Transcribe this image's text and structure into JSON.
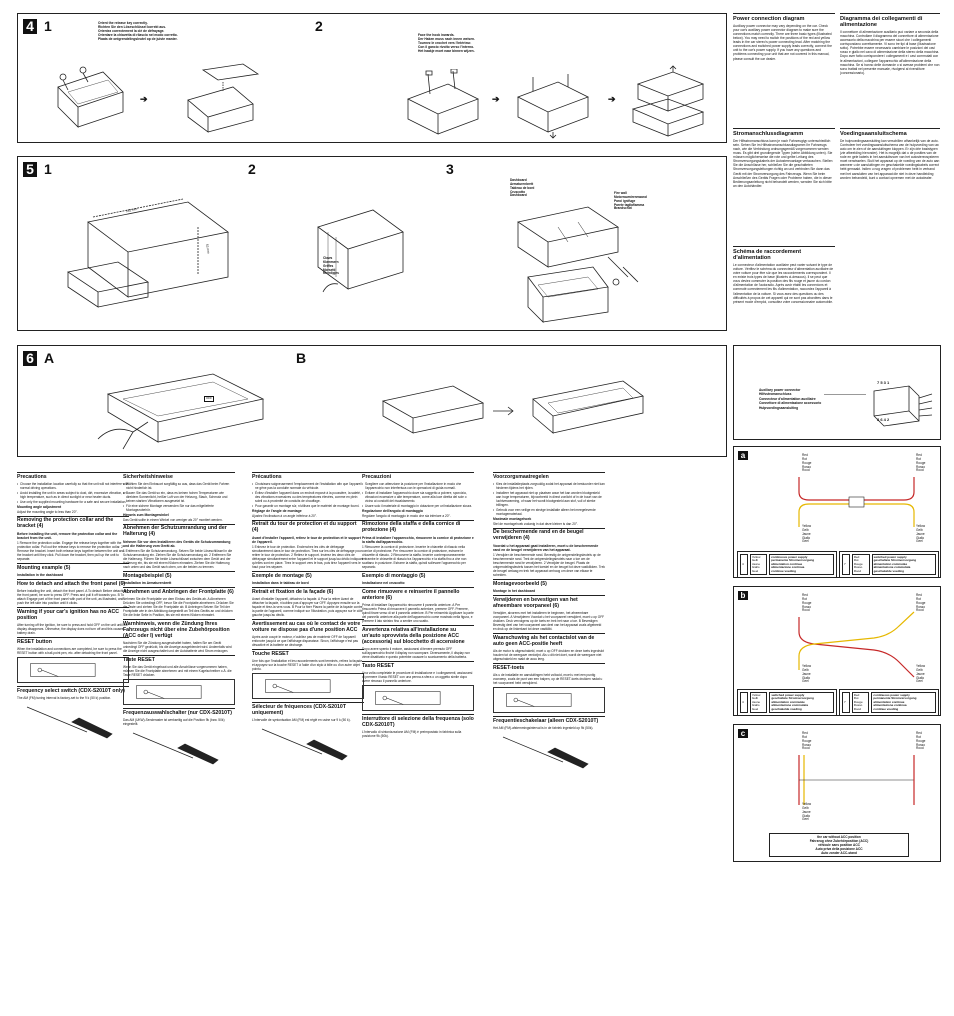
{
  "step4": {
    "number": "4",
    "sub1": "1",
    "sub2": "2",
    "note1": "Orient the release key correctly.\nRichten Sie den Löseschlüssel korrekt aus.\nOrientez correctement la clé de défrayage.\nOrientare la chiavetta di rilascio nel modo corretto.\nPlaats de ontgrendelingsleutel op de juiste manier.",
    "note2": "Face the hook inwards.\nDer Haken muss nach innen weisen.\nTournez le crochet vers l'intérieur.\nCon il gancio rivolto verso l'interno.\nHet haakje moet naar binnen wijzen."
  },
  "step5": {
    "number": "5",
    "sub1": "1",
    "sub2": "2",
    "sub3": "3",
    "dim1": "182 mm",
    "dim2": "53 mm",
    "claws": "Claws\nKlammern\nGriffes\nMorsetti\nKlemlipjes",
    "dashboard": "Dashboard\nArmaturenbrett\nTableau de bord\nCruscotto\nDashboard",
    "firewall": "Fire wall\nMotorraumtrennwand\nParoi ignifuge\nParete tagliafiamma\nBrandschot"
  },
  "step6": {
    "number": "6",
    "subA": "A",
    "subB": "B",
    "off": "OFF"
  },
  "power": [
    {
      "title": "Power connection diagram",
      "body": "Auxiliary power connector may vary depending on the car. Check your car's auxiliary power connector diagram to make sure the connections match correctly. There are three basic types (illustrated below). You may need to switch the positions of the red and yellow leads in the car stereo's power connecting lead. After matching the connections and switched power supply leads correctly, connect the unit to the car's power supply. If you have any questions and problems connecting your unit that are not covered in this manual, please consult the car dealer."
    },
    {
      "title": "Diagramma dei collegamenti di alimentazione",
      "body": "Il connettore di alimentazione ausiliario può variare a seconda della macchina. Controllare il diagramma del connettore di alimentazione accessorio della macchina per essere sicuri che i collegamenti corrispondano correttamente. Vi sono tre tipi di base (illustrazione sotto). Potrebbe essere necessario cambiare le posizioni dei cavi rosso e giallo nel cavo di alimentazione della stereo della macchina. Dopo aver fatto corrispondere i collegamenti e i cavi commutati con le alimentazioni, collegare l'apparecchio all'alimentazione della macchina. Se si hanno delle domande o si avesse problemi che non sono trattati nel presente manuale, rivolgersi al rivenditore (concessionario)."
    },
    {
      "title": "Stromanschlussdiagramm",
      "body": "Der Hilfsstromanschluss kann je nach Fahrzeugtyp unterschiedlich sein. Sehen Sie im Hilfsstromanschlussdiagramm Ihr Fahrzeugs nach, wie die Verbindung ordnungsgemäß vorgenommen werden muss. Es gibt drei grundlegende Typen (siehe Abbildung unten). Sie müssen möglicherweise die rote und gelbe Leitung des Stromversorgungskabels der Autostereoanlage vertauschen. Stellen Sie die Anschlüsse her, schließen Sie die geschalteten Stromversorgungsleitungen richtig an und verbinden Sie dann das Gerät mit der Stromversorgung des Fahrzeugs. Wenn Sie beim Anschließen des Geräts Fragen oder Probleme haben, die in dieser Bedienungsanleitung nicht behandelt werden, wenden Sie sich bitte an den Autohändler."
    },
    {
      "title": "Voedingsaansluitschema",
      "body": "De hulpvoedingsaansluiting kan verschillen afhankelijk van de auto. Controleer het voedingsaansluitschema van de hulpvoeding van uw auto om te zien of de aansluitingen kloppen. Er zijn drie basistypen (zie afbeelding hieronder). Het is mogelijk dat u de posities van de rode en gele kabels in het aansluitsnoer van het autostereosysteem moet verwisselen. Sluit het apparaat op de voeding van de auto aan wanneer u de aansluitingen en geschakelde voedingskabels correct hebt gemaakt. Indien u nog vragen of problemen hebt in verband met het aansluiten van het apparaat die niet in deze handleiding worden behandeld, kunt u contact opnemen met de autodealer."
    },
    {
      "title": "Schéma de raccordement d'alimentation",
      "body": "Le connecteur d'alimentation auxiliaire peut varier suivant le type de voiture. Vérifiez le schéma du connecteur d'alimentation auxiliaire de votre voiture pour être sûr que les raccordements correspondent. Il en existe trois types de base (illustrés ci-dessous). Il se peut que vous deviez commuter la position des fils rouge et jaune du cordon d'alimentation de l'autoradio. Après avoir établi les connexions et commuté correctement les fils d'alimentation, raccordez l'appareil à l'alimentation de la voiture. Si vous avez des questions ou des difficultés à propos de cet appareil qui ne sont pas abordées dans le présent mode d'emploi, consultez votre concessionnaire automobile."
    }
  ],
  "legend": [
    "Auxiliary power connector",
    "Hilfsstromanschluss",
    "Connecteur d'alimentation auxiliaire",
    "Connettore di alimentazione accessorio",
    "Hulpvoedingsaansluiting"
  ],
  "pins_top": "7  5  3  1",
  "pins_bottom": "8  6  4  2",
  "colors": {
    "red": "Red\nRot\nRouge\nRosso\nRood",
    "yellow": "Yellow\nGelb\nJaune\nGiallo\nGeel",
    "red_accent": "#c62828",
    "yellow_accent": "#e6b800"
  },
  "types": {
    "a": "a",
    "b": "b",
    "c": "c",
    "continuous": "continuous power supply\npermanente Stromversorgung\nalimentation continue\nalimentazione continua\ncontinue voeding",
    "switched": "switched power supply\ngeschaltete Stromversorgung\nalimentation commutée\nalimentazione commutata\ngeschakelde voeding",
    "pin4": "4",
    "pin7": "7",
    "footnote": "the car without ACC position\nFahrzeug ohne Zubehörposition (ACC)\nvéhicule sans position ACC\nAuto priva della posizione ACC\nAuto zonder ACC-stand"
  },
  "columns": [
    {
      "h1": "Precautions",
      "l1": [
        "Choose the installation location carefully so that the unit will not interfere with normal driving operations.",
        "Avoid installing the unit in areas subject to dust, dirt, excessive vibration, or high temperature, such as in direct sunlight or near heater ducts.",
        "Use only the supplied mounting hardware for a safe and secure installation."
      ],
      "h2": "Mounting angle adjustment",
      "p2": "Adjust the mounting angle to less than 20°.",
      "h3": "Removing the protection collar and the bracket (4)",
      "p3": "Before installing the unit, remove the protection collar and the bracket from the unit.",
      "p3b": "1 Remove the protection collar. Engage the release keys together with the protection collar. Pull out the release keys to remove the protection collar.  2 Remove the bracket. Insert both release keys together between the unit and the bracket until they click. Pull down the bracket, then pull up the unit to separate.",
      "h4": "Mounting example (5)",
      "p4": "Installation in the dashboard",
      "h5": "How to detach and attach the front panel (6)",
      "p5": "Before installing the unit, detach the front panel.  A To detach  Before detaching the front panel, be sure to press OFF. Press and pull it off towards you.  B To attach  Engage part of the front panel with part of the unit, as illustrated, and push the left side into position until it clicks.",
      "h6": "Warning if your car's ignition has no ACC position",
      "p6": "After turning off the ignition, be sure to press and hold OFF on the unit until the display disappears. Otherwise, the display does not turn off and this causes battery drain.",
      "h7": "RESET button",
      "p7": "When the installation and connections are completed, be sure to press the RESET button with a ball-point pen, etc. after detaching the front panel.",
      "h8": "Frequency select switch (CDX-S2010T only)",
      "p8": "The AM (FM) tuning interval is factory-set to the 9 k (50 k) position."
    },
    {
      "h1": "Sicherheitshinweise",
      "l1": [
        "Wählen Sie den Einbauort sorgfältig so aus, dass das Gerät beim Fahren nicht hinderlich ist.",
        "Bauen Sie das Gerät so ein, dass es keinen hohen Temperaturen wie direktem Sonnenlicht, heißer Luft von der Heizung, Staub, Schmutz und keinen starken Vibrationen ausgesetzt ist.",
        "Für eine sichere Montage verwenden Sie nur das mitgelieferte Montagezubehör."
      ],
      "h2": "Hinweis zum Montagewinkel",
      "p2": "Das Gerät sollte in einem Winkel von weniger als 20° montiert werden.",
      "h3": "Abnehmen der Schutzumrandung und der Halterung (4)",
      "p3": "Nehmen Sie vor dem Installieren des Geräts die Schutzumrandung und die Halterung vom Gerät ab.",
      "p3b": "1 Entfernen Sie die Schutzumrandung. Setzen Sie beide Löseschlüssel in die Schutzumrandung ein. Ziehen Sie die Schutzumrandung ab.  2 Entfernen Sie die Halterung. Führen Sie beide Löseschlüssel zwischen dem Gerät und der Halterung ein, bis sie mit einem Klicken einrasten. Ziehen Sie die Halterung nach unten und das Gerät nach oben, um die beiden zu trennen.",
      "h4": "Montagebeispiel (5)",
      "p4": "Installation im Armaturenbrett",
      "h5": "Abnehmen und Anbringen der Frontplatte (6)",
      "p5": "Nehmen Sie die Frontplatte vor dem Einbau des Geräts ab.  A Abnehmen  Drücken Sie unbedingt OFF, bevor Sie die Frontplatte abnehmen. Drücken Sie die Taste und ziehen Sie die Frontplatte ab.  B Anbringen  Setzen Sie Teil der Frontplatte wie in der Abbildung dargestellt an Teil des Geräts an und drücken Sie die linke Seite in Position, bis sie mit einem Klicken einrastet.",
      "h6": "Warnhinweis, wenn die Zündung Ihres Fahrzeugs nicht über eine Zubehörposition (ACC oder I) verfügt",
      "p6": "Nachdem Sie die Zündung ausgeschaltet haben, halten Sie am Gerät unbedingt OFF gedrückt, bis die Anzeige ausgeblendet wird. Andernfalls wird die Anzeige nicht ausgeschaltet und der Autobatterie wird Strom entzogen.",
      "h7": "Taste RESET",
      "p7": "Wenn Sie das Gerät eingebaut und alle Anschlüsse vorgenommen haben, müssen Sie die Frontplatte abnehmen und mit einem Kugelschreiber o.Ä. die Taste RESET drücken.",
      "h8": "Frequenzauswahlschalter (nur CDX-S2010T)",
      "p8": "Das AM (UKW)-Senderaster ist werkseitig auf die Position 9k (bzw. 50k) eingestellt."
    },
    {
      "h1": "Précautions",
      "l1": [
        "Choisissez soigneusement l'emplacement de l'installation afin que l'appareil ne gêne pas la conduite normale du véhicule.",
        "Évitez d'installer l'appareil dans un endroit exposé à la poussière, la saleté, des vibrations excessives ou des températures élevées, comme en plein soleil ou à proximité de conduits de chauffage.",
        "Pour garantir un montage sûr, n'utilisez que le matériel de montage fourni."
      ],
      "h2": "Réglage de l'angle de montage",
      "p2": "Ajustez l'inclinaison à un angle inférieur à 20°.",
      "h3": "Retrait du tour de protection et du support (4)",
      "p3": "Avant d'installer l'appareil, retirez le tour de protection et le support de l'appareil.",
      "p3b": "1 Enlevez le tour de protection. Enclenchez les clés de défrayage simultanément dans le tour de protection. Tirez sur les clés de défrayage pour retirer le tour de protection.  2 Retirez le support. Insérez les deux clés de défrayage simultanément entre l'appareil et le support jusqu'au déclic indiquant qu'elles sont en place. Tirez le support vers le bas, puis tirez l'appareil vers le haut pour les séparer.",
      "h4": "Exemple de montage (5)",
      "p4": "Installation dans le tableau de bord",
      "h5": "Retrait et fixation de la façade (6)",
      "p5": "Avant d'installer l'appareil, détachez la façade.  A Pour la retirer  Avant de détacher la façade, n'oubliez pas d'appuyer sur OFF. Appuyez ensuite sur la façade et tirez-la vers vous.  B Pour la fixer  Placez la partie de la façade contre la partie de l'appareil, comme indiqué sur l'illustration, puis appuyez sur le côté gauche jusqu'au déclic.",
      "h6": "Avertissement au cas où le contact de votre voiture ne dispose pas d'une position ACC",
      "p6": "Après avoir coupé le moteur, n'oubliez pas de maintenir OFF de l'appareil enfoncée jusqu'à ce que l'affichage disparaisse. Sinon, l'affichage n'est pas désactivé et la batterie se décharge.",
      "h7": "Touche RESET",
      "p7": "Une fois que l'installation et les raccordements sont terminés, retirez la façade et appuyez sur la touche RESET à l'aide d'un stylo à bille ou d'un autre objet pointu.",
      "h8": "Sélecteur de fréquences (CDX-S2010T uniquement)",
      "p8": "L'intervalle de syntonisation AM (FM) est réglé en usine sur 9 k (50 k)."
    },
    {
      "h1": "Precauzioni",
      "l1": [
        "Scegliere con attenzione la posizione per l'installazione in modo che l'apparecchio non interferisca con le operazioni di guida normali.",
        "Evitare di installare l'apparecchio dove sia soggetto a polvere, sporcizia, vibrazioni eccessive o alte temperature, come alla luce diretta del sole o vicino ai condotti del riscaldamento.",
        "Usare solo il materiale di montaggio in dotazione per un'installazione sicura."
      ],
      "h2": "Regolazione dell'angolo di montaggio",
      "p2": "Regolare l'angolo di montaggio in modo che sia inferiore a 20°.",
      "h3": "Rimozione della staffa e della cornice di protezione (4)",
      "p3": "Prima di installare l'apparecchio, rimuovere la cornice di protezione e la staffa dall'apparecchio.",
      "p3b": "1 Rimuovere la cornice di protezione. Inserire le chiavette di rilascio nella cornice di protezione. Per rimuovere la cornice di protezione, estrarre le chiavette di rilascio.  2 Rimuovere la staffa. Inserire contemporaneamente entrambe le chiavette di rilascio tra l'apparecchio e la staffa fino a che non scattano in posizione. Estrarre la staffa, quindi sollevare l'apparecchio per separarlo.",
      "h4": "Esempio di montaggio (5)",
      "p4": "Installazione nel cruscotto",
      "h5": "Come rimuovere e reinserire il pannello anteriore (6)",
      "p5": "Prima di installare l'apparecchio rimuovere il pannello anteriore.  A Per rimuoverlo  Prima di rimuovere il pannello anteriore, premere OFF. Premere, quindi tirare verso di sé il pannello anteriore.  B Per reinserirlo  Applicare la parte del pannello anteriore alla parte dell'apparecchio come mostrato nella figura, e premere il lato sinistro fino a sentire uno scatto.",
      "h6": "Avvertenza relativa all'installazione su un'auto sprovvista della posizione ACC (accessoria) sul blocchetto di accensione",
      "p6": "Dopo avere spento il motore, assicurarsi di tenere premuto OFF sull'apparecchio finché il display non scompare. Diversamente, il display non viene disattivato e questo potrebbe causare lo scaricamento della batteria.",
      "h7": "Tasto RESET",
      "p7": "Una volta completate le procedure di installazione e i collegamenti, assicurarsi di premere il tasto RESET con una penna a sfera o un oggetto simile dopo avere rimosso il pannello anteriore.",
      "h8": "Interruttore di selezione della frequenza (solo CDX-S2010T)",
      "p8": "L'intervallo di sintonizzazione AM (FM) è preimpostato in fabbrica sulla posizione 9k (50k)."
    },
    {
      "h1": "Voorzorgsmaatregelen",
      "l1": [
        "Kies de installatieplaats zorgvuldig zodat het apparaat de bestuurder niet kan hinderen tijdens het rijden.",
        "Installeer het apparaat niet op plaatsen waar het kan worden blootgesteld aan hoge temperaturen, bijvoorbeeld in direct zonlicht of in de buurt van de luchtverwarming, of waar het wordt blootgesteld aan stof, vuil of sterke trillingen.",
        "Gebruik voor een veilige en stevige installatie alleen het meegeleverde montagemateriaal."
      ],
      "h2": "Maximale montagehoek",
      "p2": "Stel de montagehoek zodanig in dat deze kleiner is dan 20°.",
      "h3": "De beschermende rand en de beugel verwijderen (4)",
      "p3": "Voordat u het apparaat gaat installeren, moet u de beschermende rand en de beugel verwijderen van het apparaat.",
      "p3b": "1 Verwijder de beschermende rand. Bevestig de ontgrendelingsleutels op de beschermende rand. Trek de ontgrendelingsleutels naar u toe om de beschermende rand te verwijderen.  2 Verwijder de beugel. Plaats de ontgrendelingsleutels tussen het toestel en de beugel tot deze vastklikken. Trek de beugel omlaag en trek het apparaat omhoog om deze van elkaar te scheiden.",
      "h4": "Montagevoorbeeld (5)",
      "p4": "Montage in het dashboard",
      "h5": "Verwijderen en bevestigen van het afneembare voorpaneel (6)",
      "p5": "Verwijder, alvorens met het installeren te beginnen, het afneembare voorpaneel.  A Verwijderen  Voordat u het voorpaneel verwijdert, moet u op OFF drukken. Druk vervolgens op de toets en trek het naar u toe.  B Bevestigen  Bevestig deel van het voorpaneel aan deel van het apparaat zoals afgebeeld en druk op de linkerkant tot deze vastklikt.",
      "h6": "Waarschuwing als het contactslot van de auto geen ACC-positie heeft",
      "p6": "Als de motor is uitgeschakeld, moet u op OFF drukken en deze toets ingedrukt houden tot de weergave verdwijnt. Als u dit niet doet, wordt de weergave niet uitgeschakeld en raakt de accu leeg.",
      "h7": "RESET-toets",
      "p7": "Als u de installatie en aansluitingen hebt voltooid, moet u met een puntig voorwerp, zoals de punt van een balpen, op de RESET-toets drukken nadat u het voorpaneel hebt verwijderd.",
      "h8": "Frequentieschakelaar (alleen CDX-S2010T)",
      "p8": "Het AM (FM)-afstemmingsinterval is in de fabriek ingesteld op 9k (50k)."
    }
  ]
}
